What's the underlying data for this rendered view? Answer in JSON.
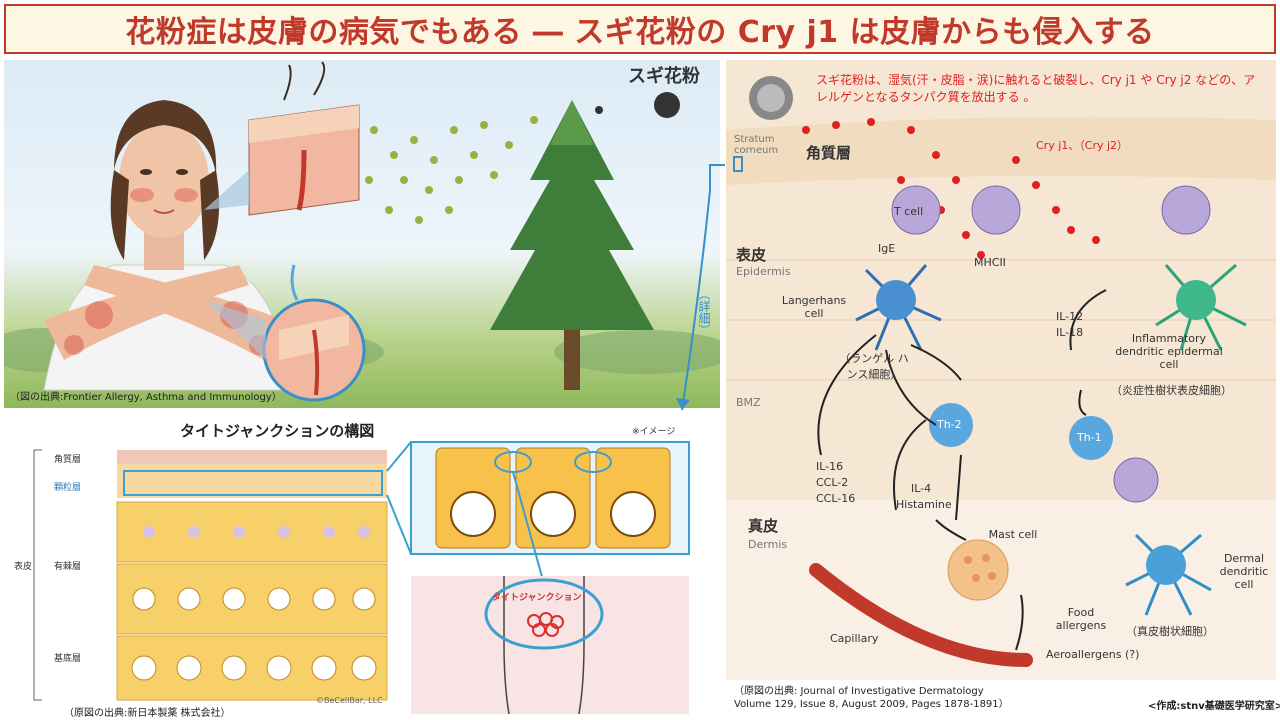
{
  "title": "花粉症は皮膚の病気でもある ― スギ花粉の Cry j1 は皮膚からも侵入する",
  "top_left": {
    "source": "（図の出典:Frontier Allergy, Asthma and Immunology）"
  },
  "cedar_label": "スギ花粉",
  "detail_label": "（詳細）",
  "right": {
    "note": "スギ花粉は、湿気(汗・皮脂・涙)に触れると破裂し、Cry j1 や Cry j2 などの、アレルゲンとなるタンパク質を放出する 。",
    "cry_label": "Cry j1、（Cry j2）",
    "stratum_corneum": "Stratum corneum",
    "kakushitsu": "角質層",
    "hyohi": "表皮",
    "epidermis": "Epidermis",
    "bmz": "BMZ",
    "shinpi": "真皮",
    "dermis": "Dermis",
    "t_cell": "T cell",
    "ige": "IgE",
    "mhcii": "MHCII",
    "langerhans": "Langerhans cell",
    "langerhans_jp": "（ランゲル ハンス細胞）",
    "il12": "IL-12",
    "il18": "IL-18",
    "inflammatory": "Inflammatory dendritic epidermal cell",
    "inflammatory_jp": "（炎症性樹状表皮細胞）",
    "th2": "Th-2",
    "th1": "Th-1",
    "il16": "IL-16",
    "ccl2": "CCL-2",
    "ccl16": "CCL-16",
    "il4": "IL-4",
    "histamine": "Histamine",
    "mast_cell": "Mast cell",
    "dermal_dc": "Dermal dendritic cell",
    "dermal_dc_jp": "（真皮樹状細胞）",
    "capillary": "Capillary",
    "food": "Food allergens",
    "aero": "Aeroallergens (?)",
    "source_1": "（原図の出典: Journal of Investigative Dermatology",
    "source_2": "Volume 129, Issue 8, August 2009, Pages 1878-1891）"
  },
  "bottom_left": {
    "title": "タイトジャンクションの構図",
    "image_note": "※イメージ",
    "layer_kakushitsu": "角質層",
    "layer_kaprysu": "顆粒層",
    "layer_yukyoku": "有棘層",
    "layer_kitei": "基底層",
    "hyohi": "表皮",
    "tj_label": "タイトジャンクション",
    "copyright": "©BeCellBar, LLC",
    "source": "（原図の出典:新日本製薬 株式会社）"
  },
  "credit": "<作成:stnv基礎医学研究室>"
}
